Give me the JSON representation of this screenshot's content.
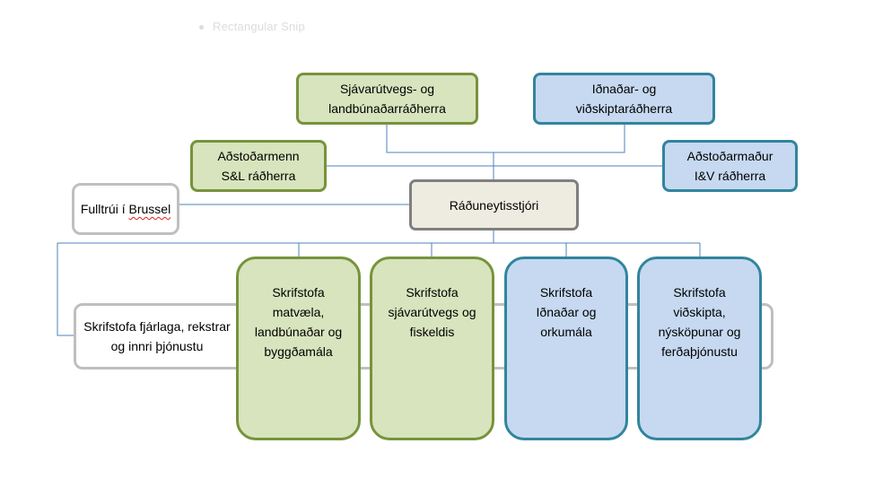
{
  "header": {
    "ghost_text": "Rectangular Snip"
  },
  "nodes": {
    "sjavarutvegs_radherra": "Sjávarútvegs- og landbúnaðarráðherra",
    "idnadar_radherra": "Iðnaðar- og viðskiptaráðherra",
    "adstodarmenn_sl": "Aðstoðarmenn S&L ráðherra",
    "adstodarmadur_iv": "Aðstoðarmaður I&V ráðherra",
    "raduneytisstjori": "Ráðuneytisstjóri",
    "fulltrui_prefix": "Fulltrúi í ",
    "fulltrui_brussel": "Brussel",
    "skrifstofa_fjarlaga": "Skrifstofa fjárlaga, rekstrar og innri þjónustu",
    "skrifstofa_matvaela": "Skrifstofa matvæla, landbúnaðar og byggðamála",
    "skrifstofa_sjavarutvegs": "Skrifstofa sjávarútvegs og fiskeldis",
    "skrifstofa_idnadar": "Skrifstofa Iðnaðar og orkumála",
    "skrifstofa_vidskipta": "Skrifstofa viðskipta, nýsköpunar og ferðaþjónustu"
  },
  "colors": {
    "green_fill": "#d7e4bd",
    "green_border": "#77933c",
    "blue_fill": "#c6d9f1",
    "blue_border": "#31859c",
    "gray_fill": "#eeece1",
    "gray_border": "#7f7f7f",
    "connector": "#4f81bd"
  }
}
